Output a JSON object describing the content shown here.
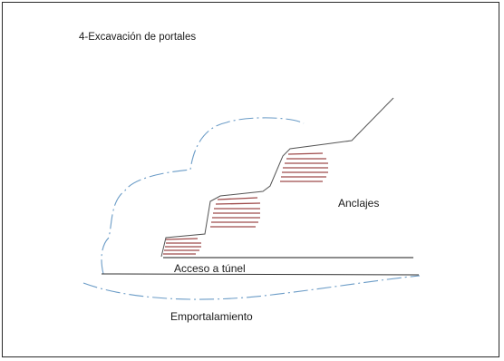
{
  "title": "4-Excavación de portales",
  "labels": {
    "anchors": "Anclajes",
    "tunnel_access": "Acceso a túnel",
    "portal": "Emportalamiento"
  },
  "colors": {
    "terrain": "#555555",
    "anchor": "#9e4a4a",
    "dashed_outline": "#6b9cc7",
    "access_line": "#1a1a1a"
  }
}
